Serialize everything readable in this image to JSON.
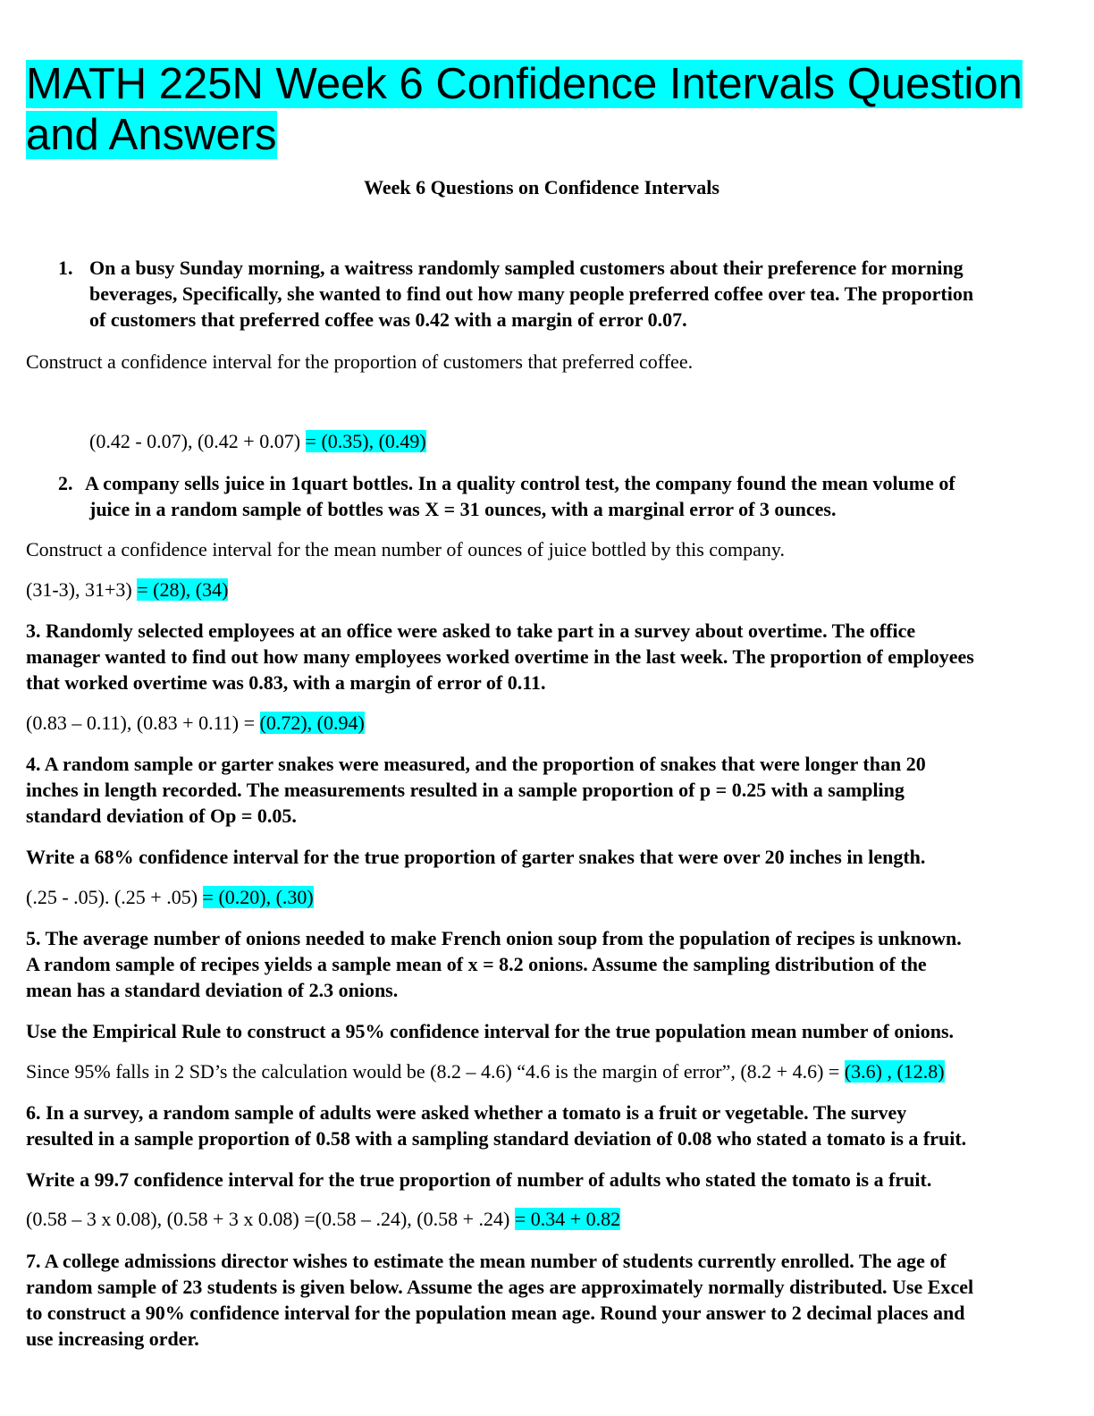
{
  "title": {
    "line1": "MATH 225N Week 6 Confidence Intervals Question",
    "line2": "and Answers"
  },
  "subtitle": "Week 6 Questions on Confidence Intervals",
  "q1": {
    "num": "1.",
    "lines": [
      "On a busy Sunday morning, a waitress randomly sampled customers about their preference for morning",
      "beverages, Specifically, she wanted to find out how many people preferred coffee over tea.  The proportion",
      "of customers that preferred coffee was 0.42 with a margin of error 0.07."
    ],
    "prompt": "Construct a confidence interval for the proportion of customers that preferred coffee.",
    "work": "(0.42 - 0.07), (0.42 + 0.07) ",
    "answer": "= (0.35), (0.49)"
  },
  "q2": {
    "num": "2.",
    "lines": [
      "A company sells juice in 1quart bottles. In a quality control test, the company found the mean volume of",
      "juice in a random sample of bottles was X = 31 ounces, with a marginal error of 3 ounces."
    ],
    "prompt": "Construct a confidence interval for the mean number of ounces of juice bottled by this company.",
    "work": "(31-3), 31+3) ",
    "answer": "= (28), (34)"
  },
  "q3": {
    "lines": [
      "3. Randomly selected employees at an office were asked to take part in a survey about overtime.  The office",
      "manager wanted to find out how many employees worked overtime in the last week.  The proportion of employees",
      "that worked overtime was 0.83, with a margin of error of 0.11."
    ],
    "work": "(0.83 – 0.11), (0.83 + 0.11) = ",
    "answer": "(0.72), (0.94)"
  },
  "q4": {
    "lines": [
      "4. A random sample or garter snakes were measured, and the proportion of snakes that were longer than 20",
      "inches in length recorded.  The measurements resulted in a sample proportion of p = 0.25 with a sampling",
      "standard deviation of Op = 0.05."
    ],
    "prompt": "Write a 68% confidence interval for the true proportion of garter snakes that were over 20 inches in length.",
    "work": "(.25 - .05). (.25 + .05) ",
    "answer": "= (0.20), (.30)"
  },
  "q5": {
    "lines": [
      "5. The average number of onions needed to make French onion soup from the population of recipes is unknown.",
      "A random sample of recipes yields a sample mean of x = 8.2 onions.  Assume the sampling distribution of the",
      "mean has a standard deviation of 2.3 onions."
    ],
    "prompt": "Use the Empirical Rule to construct a 95% confidence interval for the true population mean number of onions.",
    "work": "Since 95% falls in 2 SD’s the calculation would be (8.2 – 4.6) “4.6 is the margin of error”, (8.2 + 4.6) = ",
    "answer": "(3.6) , (12.8)"
  },
  "q6": {
    "lines": [
      "6. In a survey, a random sample of adults were asked whether a tomato is a fruit or vegetable. The survey",
      "resulted in a sample proportion of 0.58 with a sampling standard deviation of 0.08 who stated a tomato is a fruit."
    ],
    "prompt": "Write a 99.7 confidence interval for the true proportion of number of adults who stated the tomato is a fruit.",
    "work": "(0.58 – 3 x 0.08), (0.58 + 3 x 0.08) =(0.58 – .24), (0.58 + .24) ",
    "answer": "= 0.34 + 0.82"
  },
  "q7": {
    "lines": [
      "7. A college admissions director wishes to estimate the mean number of students currently enrolled.  The age of",
      "random sample of 23 students is given below. Assume the ages are approximately normally distributed.  Use Excel",
      "to construct a 90% confidence interval for the population mean age.  Round your answer to 2 decimal places and",
      "use increasing order."
    ]
  }
}
